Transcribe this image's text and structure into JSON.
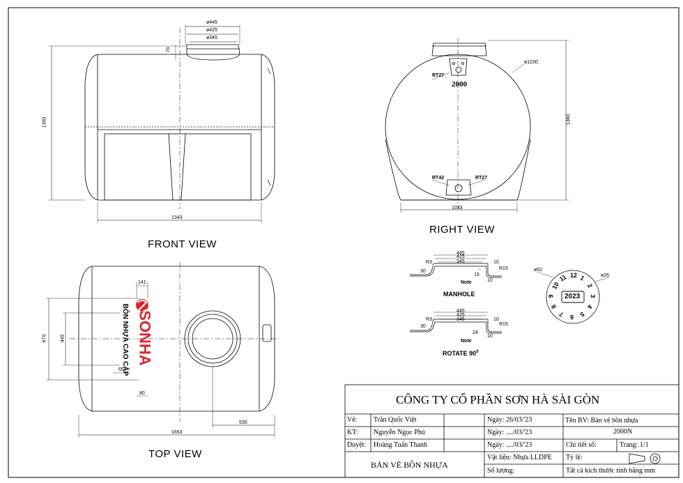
{
  "front_view": {
    "title": "FRONT VIEW",
    "dims": {
      "d445": "ø445",
      "d425": "ø425",
      "d345": "ø345",
      "h70": "70",
      "h1300": "1300",
      "w1343": "1343"
    }
  },
  "right_view": {
    "title": "RIGHT VIEW",
    "dims": {
      "d1230": "ø1230",
      "h1360": "1360",
      "w1033": "1033"
    },
    "labels": {
      "capacity": "2000",
      "rt27_top": "RT27",
      "rt42": "RT42",
      "rt27_bottom": "RT27"
    }
  },
  "top_view": {
    "title": "TOP VIEW",
    "dims": {
      "w141": "141",
      "w65": "65",
      "h80": "80",
      "h670": "670",
      "h445": "445",
      "w1653": "1653",
      "w530": "530"
    },
    "brand": "SONHA",
    "brand_sub": "BỒN NHỰA CAO CẤP"
  },
  "manhole": {
    "title": "MANHOLE",
    "dims": {
      "d445": "445",
      "d425": "425",
      "d345": "345",
      "r3": "R3",
      "r15": "R15",
      "v30": "30",
      "v10a": "10",
      "v10b": "10",
      "v15": "15"
    },
    "note": "Note"
  },
  "rotate": {
    "title": "ROTATE 90",
    "degree": "0",
    "dims": {
      "d445": "445",
      "d425": "425",
      "d345": "345",
      "r3": "R3",
      "r15": "R15",
      "v30": "30",
      "v10a": "10",
      "v10b": "10",
      "v24": "24"
    },
    "note": "Note"
  },
  "date_stamp": {
    "year": "2023",
    "months": [
      "1",
      "2",
      "3",
      "4",
      "5",
      "6",
      "7",
      "8",
      "9",
      "10",
      "11",
      "12"
    ],
    "d52": "ø52",
    "d26": "ø26"
  },
  "title_block": {
    "company": "CÔNG TY CỔ PHẦN SƠN HÀ SÀI GÒN",
    "rows": [
      {
        "role": "Vẽ:",
        "name": "Trần Quốc Việt",
        "date": "Ngày: 26/03/'23"
      },
      {
        "role": "KT:",
        "name": "Nguyễn Ngọc Phú",
        "date": "Ngày: ..../03/'23"
      },
      {
        "role": "Duyệt:",
        "name": "Hoàng Tuấn Thanh",
        "date": "Ngày: ..../03/'23"
      }
    ],
    "drawing_title": "BẢN VẼ BỒN NHỰA",
    "drawing_name_label": "Tên BV: Bản vẽ bồn nhựa",
    "drawing_code": "2000N",
    "detail_no": "Chi tiết số:",
    "page": "Trang: 1/1",
    "material": "Vật liệu: Nhựa LLDPE",
    "scale": "Tỷ lệ:",
    "quantity": "Số lượng:",
    "note": "Tất cả kích thước tính bằng mm"
  }
}
